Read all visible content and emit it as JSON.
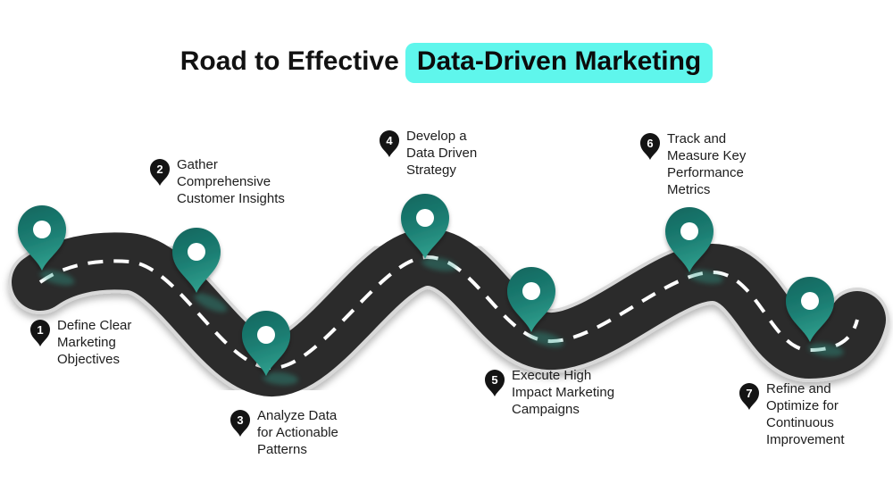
{
  "title": {
    "prefix": "Road to Effective",
    "highlight": "Data-Driven Marketing"
  },
  "steps": [
    {
      "num": "1",
      "label": "Define Clear\nMarketing\nObjectives"
    },
    {
      "num": "2",
      "label": "Gather\nComprehensive\nCustomer Insights"
    },
    {
      "num": "3",
      "label": "Analyze Data\nfor Actionable\nPatterns"
    },
    {
      "num": "4",
      "label": "Develop a\nData Driven\nStrategy"
    },
    {
      "num": "5",
      "label": "Execute High\nImpact Marketing\nCampaigns"
    },
    {
      "num": "6",
      "label": "Track and\nMeasure Key\nPerformance\nMetrics"
    },
    {
      "num": "7",
      "label": "Refine and\nOptimize for\nContinuous\nImprovement"
    }
  ],
  "icons": {
    "waypoint": "location-pin-icon",
    "step_marker": "numbered-map-pin-icon"
  },
  "colors": {
    "title_text": "#121212",
    "highlight_bg": "#5ff6ec",
    "road_surface": "#2b2b2b",
    "road_border": "#d8d8d8",
    "lane_dash": "#ffffff",
    "waypoint_teal_top": "#14665e",
    "waypoint_teal_bottom": "#2e9c8b",
    "marker_black": "#141414",
    "label_text": "#1d1d1d"
  }
}
